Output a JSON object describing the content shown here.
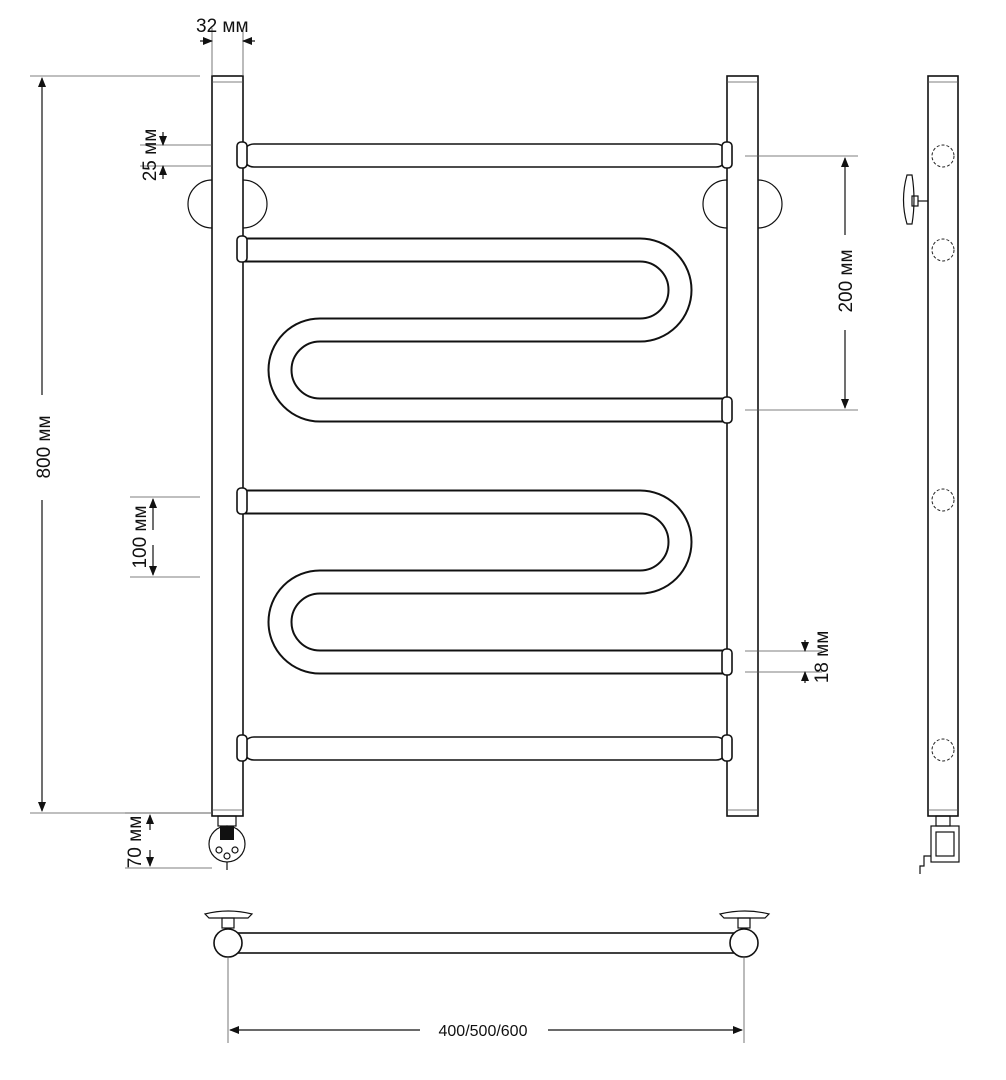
{
  "dimensions": {
    "width_top": "32 мм",
    "gap_top": "25 мм",
    "height_total": "800 мм",
    "spacing_pairs": "200 мм",
    "spacing_bend": "100 мм",
    "pipe_diameter": "18 мм",
    "heater_offset": "70 мм",
    "widths": "400/500/600"
  },
  "colors": {
    "line": "#111111",
    "background": "#ffffff"
  }
}
